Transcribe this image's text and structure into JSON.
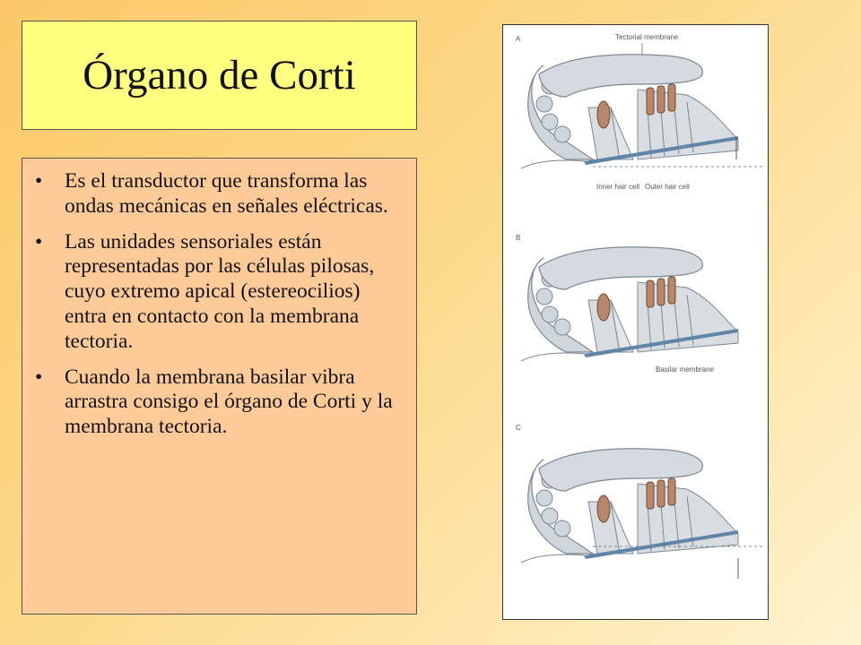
{
  "slide": {
    "title": "Órgano de Corti",
    "bullets": [
      "Es el transductor que transforma las ondas mecánicas en señales eléctricas.",
      "Las unidades sensoriales están representadas por las células pilosas, cuyo extremo apical (estereocilios) entra en contacto con la membrana tectoria.",
      "Cuando la membrana basilar vibra arrastra consigo el órgano de Corti y la membrana tectoria."
    ],
    "bullet_glyph": "•"
  },
  "figure": {
    "panels": [
      "A",
      "B",
      "C"
    ],
    "labels": {
      "tectorial": "Tectorial membrane",
      "inner": "Inner hair cell",
      "outer": "Outer hair cell",
      "basilar": "Basilar membrane"
    },
    "colors": {
      "structure_fill": "#cfd6dc",
      "structure_stroke": "#7d8891",
      "hair_cell": "#b8866b",
      "basilar": "#5f86a6"
    }
  }
}
